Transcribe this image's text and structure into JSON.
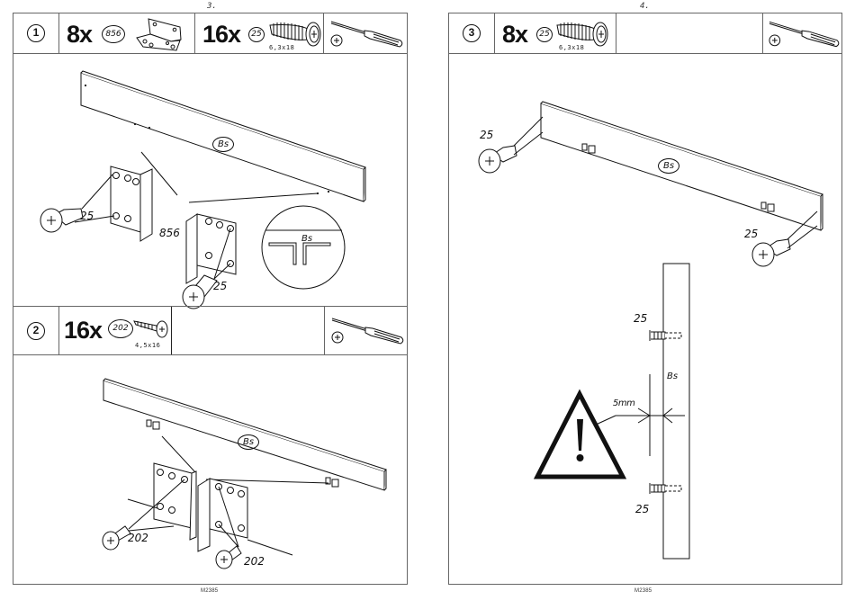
{
  "document": "furniture assembly instructions",
  "left_page": {
    "page_number": "3.",
    "footer_code": "M2385",
    "steps": [
      {
        "step": "1",
        "parts": [
          {
            "quantity": "8x",
            "part_id": "856",
            "icon": "corner-bracket-icon",
            "size": ""
          },
          {
            "quantity": "16x",
            "part_id": "25",
            "icon": "euro-screw-icon",
            "size": "6,3x18"
          }
        ],
        "tool": {
          "icon": "phillips-screwdriver-icon",
          "bit": "phillips-bit-icon"
        },
        "labels": {
          "panel": "Bs",
          "screw_a": "25",
          "bracket": "856",
          "screw_b": "25",
          "detail_panel": "Bs"
        }
      },
      {
        "step": "2",
        "parts": [
          {
            "quantity": "16x",
            "part_id": "202",
            "icon": "wood-screw-icon",
            "size": "4,5x16"
          }
        ],
        "tool": {
          "icon": "phillips-screwdriver-icon",
          "bit": "phillips-bit-icon"
        },
        "labels": {
          "panel": "Bs",
          "screw_a": "202",
          "screw_b": "202"
        }
      }
    ]
  },
  "right_page": {
    "page_number": "4.",
    "footer_code": "M2385",
    "steps": [
      {
        "step": "3",
        "parts": [
          {
            "quantity": "8x",
            "part_id": "25",
            "icon": "euro-screw-icon",
            "size": "6,3x18"
          }
        ],
        "tool": {
          "icon": "phillips-screwdriver-icon",
          "bit": "phillips-bit-icon"
        },
        "labels": {
          "panel": "Bs",
          "screw_left": "25",
          "screw_right": "25",
          "side_panel": "Bs",
          "screw_top": "25",
          "screw_bottom": "25",
          "offset": "5mm"
        },
        "warning": {
          "icon": "warning-triangle-icon"
        }
      }
    ]
  }
}
